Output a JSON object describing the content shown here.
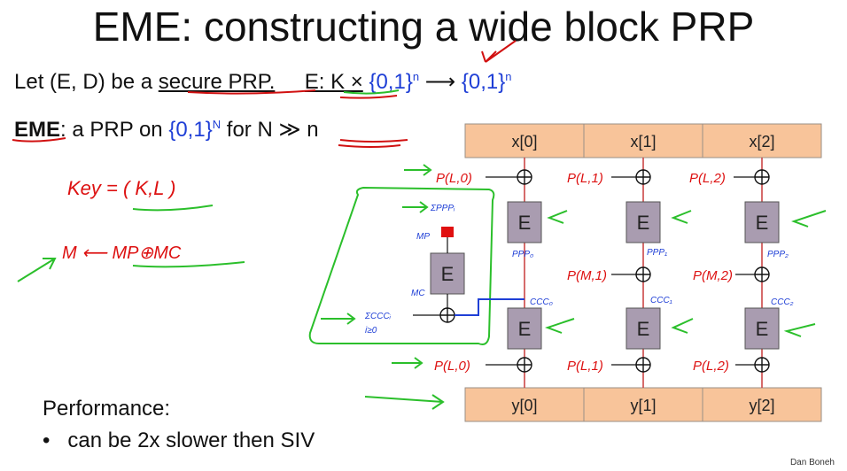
{
  "slide": {
    "title": "EME:   constructing a wide block PRP",
    "line1": {
      "prefix": "Let  (E, D) be a ",
      "secure": "secure PRP.",
      "e_label": "E: K ×",
      "set1": "{0,1}",
      "sup1": "n",
      "arrow": "⟶",
      "set2": "{0,1}",
      "sup2": "n"
    },
    "line2": {
      "eme": "EME",
      "colon": ":   a PRP on  ",
      "set": "{0,1}",
      "sup": "N",
      "for": "  for  ",
      "cond": "N ≫ n"
    },
    "performance": {
      "heading": "Performance:",
      "bullet": "can be 2x slower then SIV"
    },
    "credit": "Dan Boneh"
  },
  "diagram": {
    "inputs": [
      "x[0]",
      "x[1]",
      "x[2]"
    ],
    "outputs": [
      "y[0]",
      "y[1]",
      "y[2]"
    ],
    "e_label": "E",
    "xor_symbol": "⊕",
    "colors": {
      "block_fill": "#f8c49a",
      "block_stroke": "#9a8f86",
      "e_fill": "#a99cb0",
      "wire": "#c83a3a",
      "mask_wire": "#1f3fd6",
      "annotation_red": "#d11111",
      "annotation_green": "#2bbf2b",
      "text_blue": "#1f3fd6"
    },
    "annotations": {
      "key": "Key =  ( K,L )",
      "m_eq": "M ⟵  MP⊕MC",
      "top_masks": [
        "P(L,0)",
        "P(L,1)",
        "P(L,2)"
      ],
      "mid_masks": [
        "P(M,1)",
        "P(M,2)"
      ],
      "bottom_masks": [
        "P(L,0)",
        "P(L,1)",
        "P(L,2)"
      ],
      "ppp": [
        "PPP₀",
        "PPP₁",
        "PPP₂"
      ],
      "ccc": [
        "CCC₀",
        "CCC₁",
        "CCC₂"
      ],
      "sum_ppp": "ΣPPPᵢ",
      "sum_ccc": "ΣCCCᵢ",
      "sum_ccc_sub": "i≥0",
      "mp": "MP",
      "mc": "MC"
    }
  }
}
